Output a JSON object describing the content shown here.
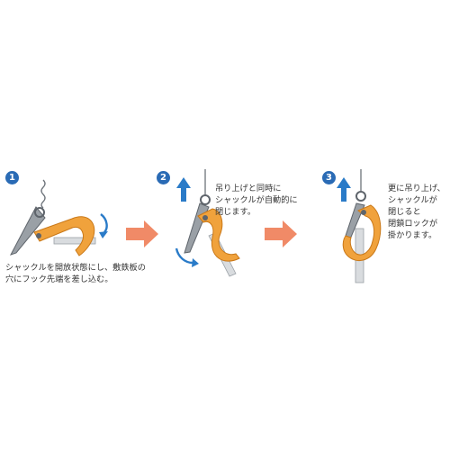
{
  "steps": [
    {
      "number": "1",
      "caption_lines": [
        "シャックルを開放状態にし、敷鉄板の",
        "穴にフック先端を差し込む。"
      ]
    },
    {
      "number": "2",
      "caption_lines": [
        "吊り上げと同時に",
        "シャックルが自動的に",
        "閉じます。"
      ]
    },
    {
      "number": "3",
      "caption_lines": [
        "更に吊り上げ、",
        "シャックルが",
        "閉じると",
        "閉鎖ロックが",
        "掛かります。"
      ]
    }
  ],
  "colors": {
    "hook": "#f0a23c",
    "hook_outline": "#c97818",
    "steel": "#8a8f96",
    "plate": "#d9dcdf",
    "arrow_blue": "#2a7bc8",
    "arrow_orange": "#f08a67",
    "badge": "#2a6bb5"
  }
}
